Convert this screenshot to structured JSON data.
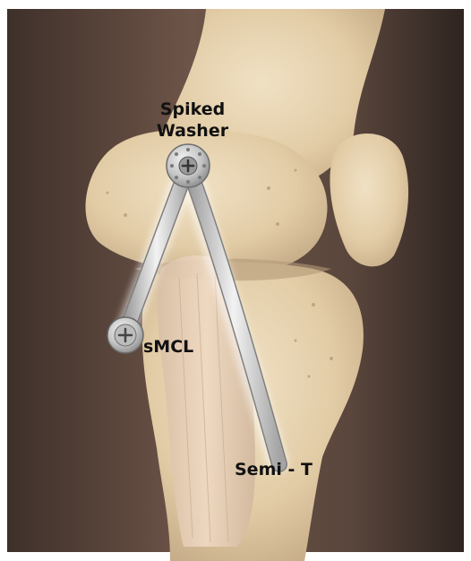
{
  "labels": {
    "spiked_washer_line1": "Spiked",
    "spiked_washer_line2": "Washer",
    "smcl": "sMCL",
    "semi_t": "Semi - T"
  },
  "colors": {
    "skin_dark": "#4a3a33",
    "skin_mid": "#6e5549",
    "bone": "#e6d3b2",
    "bone_shadow": "#c9b08c",
    "graft": "#c8c8c8",
    "graft_highlight": "#f4f4f4",
    "hardware": "#b8b8b8",
    "label_text": "#111111"
  },
  "icons": {
    "spiked_washer": "spiked-washer-icon",
    "screw": "screw-icon"
  }
}
